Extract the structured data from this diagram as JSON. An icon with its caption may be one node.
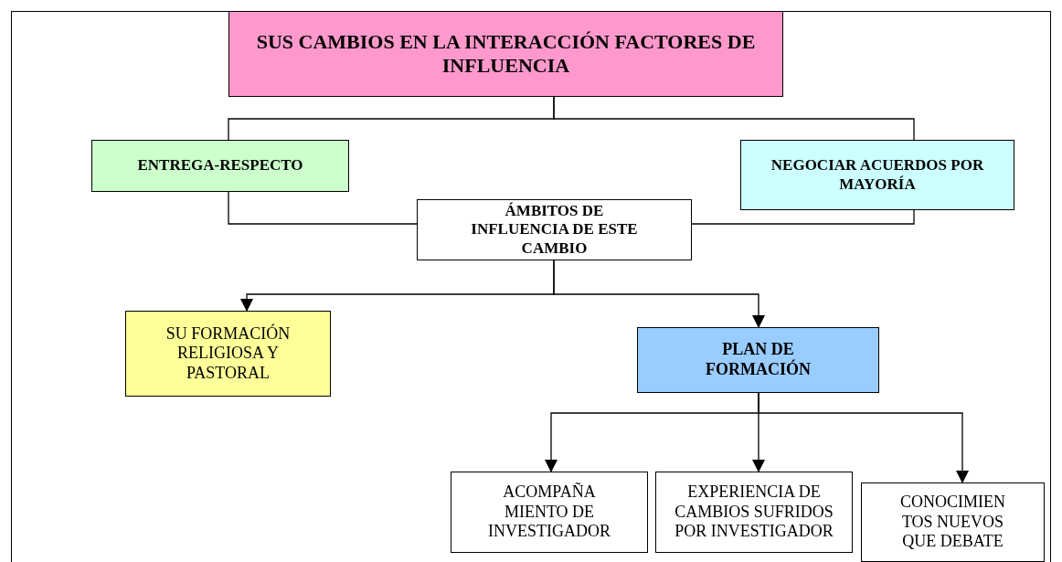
{
  "diagram": {
    "nodes": [
      {
        "text": [
          "SUS CAMBIOS EN LA INTERACCIÓN FACTORES DE INFLUENCIA"
        ]
      },
      {
        "text": [
          "ENTREGA-RESPECTO"
        ]
      },
      {
        "text": [
          "NEGOCIAR ACUERDOS POR MAYORÍA"
        ]
      },
      {
        "text": [
          "ÁMBITOS DE INFLUENCIA DE ESTE CAMBIO"
        ]
      },
      {
        "text": [
          "SU FORMACIÓN RELIGIOSA Y PASTORAL"
        ]
      },
      {
        "text": [
          "PLAN DE FORMACIÓN"
        ]
      },
      {
        "text": [
          "ACOMPAÑA MIENTO DE INVESTIGADOR"
        ]
      },
      {
        "text": [
          "EXPERIENCIA DE CAMBIOS SUFRIDOS POR INVESTIGADOR"
        ]
      },
      {
        "text": [
          "CONOCIMIEN TOS NUEVOS QUE DEBATE"
        ]
      }
    ],
    "edges": [
      {
        "from": 0,
        "to": 1,
        "arrow": "none"
      },
      {
        "from": 0,
        "to": 2,
        "arrow": "none"
      },
      {
        "from": 1,
        "to": 3,
        "arrow": "none"
      },
      {
        "from": 2,
        "to": 3,
        "arrow": "none"
      },
      {
        "from": 3,
        "to": 4,
        "arrow": "to"
      },
      {
        "from": 3,
        "to": 5,
        "arrow": "to"
      },
      {
        "from": 5,
        "to": 6,
        "arrow": "to"
      },
      {
        "from": 5,
        "to": 7,
        "arrow": "to"
      },
      {
        "from": 5,
        "to": 8,
        "arrow": "to"
      }
    ]
  }
}
